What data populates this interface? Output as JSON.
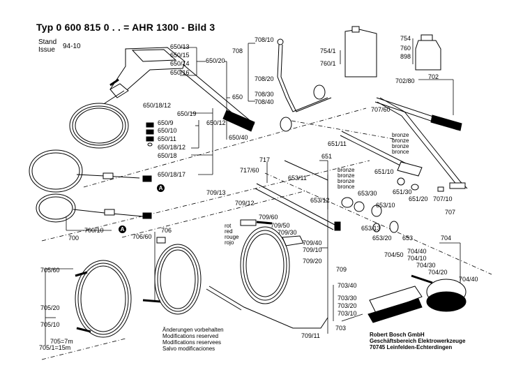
{
  "header": {
    "title": "Typ 0 600 815 0 . . = AHR 1300 - Bild 3",
    "stand": "Stand",
    "issue": "Issue",
    "date": "94-10"
  },
  "labels": {
    "l650_13": "650/13",
    "l650_15": "650/15",
    "l650_14": "650/14",
    "l650_16": "650/16",
    "l650_20": "650/20",
    "l650": "650",
    "l650_18_12a": "650/18/12",
    "l650_19": "650/19",
    "l650_9": "650/9",
    "l650_10": "650/10",
    "l650_11": "650/11",
    "l650_18_12b": "650/18/12",
    "l650_12": "650/12",
    "l650_40": "650/40",
    "l650_18": "650/18",
    "l650_18_17": "650/18/17",
    "l708": "708",
    "l708_10": "708/10",
    "l708_20": "708/20",
    "l708_30": "708/30",
    "l708_40": "708/40",
    "l754_1": "754/1",
    "l760_1": "760/1",
    "l754": "754",
    "l760": "760",
    "l898": "898",
    "l702": "702",
    "l702_80": "702/80",
    "l707_60": "707/60",
    "l651_11": "651/11",
    "l651": "651",
    "l651_10": "651/10",
    "l651_30": "651/30",
    "l651_20": "651/20",
    "l707_10": "707/10",
    "l707": "707",
    "l717_60": "717/60",
    "l717": "717",
    "l653_11": "653/11",
    "l653_30": "653/30",
    "l653_10": "653/10",
    "l653_12": "653/12",
    "l653_13": "653/13",
    "l653_20": "653/20",
    "l653": "653",
    "l709_13": "709/13",
    "l709_12": "709/12",
    "l709_60": "709/60",
    "l709_50": "709/50",
    "l709_30": "709/30",
    "l709_40": "709/40",
    "l709_10": "709/10",
    "l709_20": "709/20",
    "l709": "709",
    "l709_11": "709/11",
    "l700_10": "700/10",
    "l700": "700",
    "l706": "706",
    "l706_60": "706/60",
    "l705_60": "705/60",
    "l705_20": "705/20",
    "l705_10": "705/10",
    "l705_7m": "705=7m",
    "l705_1_15m": "705/1=15m",
    "l704": "704",
    "l704_50": "704/50",
    "l704_40": "704/40",
    "l704_10": "704/10",
    "l704_30": "704/30",
    "l704_20": "704/20",
    "l704_40b": "704/40",
    "l703_40": "703/40",
    "l703_30": "703/30",
    "l703_20": "703/20",
    "l703_10": "703/10",
    "l703": "703",
    "markerA1": "A",
    "markerA2": "A",
    "markerA3": "A"
  },
  "colors_left": [
    "rot",
    "red",
    "rouge",
    "rojo"
  ],
  "bronze_top": [
    "bronze",
    "bronze",
    "bronze",
    "bronce"
  ],
  "bronze_mid": [
    "bronze",
    "bronze",
    "bronze",
    "bronce"
  ],
  "footer_notes": [
    "Änderungen vorbehalten",
    "Modifications reserved",
    "Modifications reservees",
    "Salvo modificaciones"
  ],
  "maker": [
    "Robert Bosch GmbH",
    "Geschäftsbereich Elektrowerkzeuge",
    "70745 Leinfelden-Echterdingen"
  ]
}
